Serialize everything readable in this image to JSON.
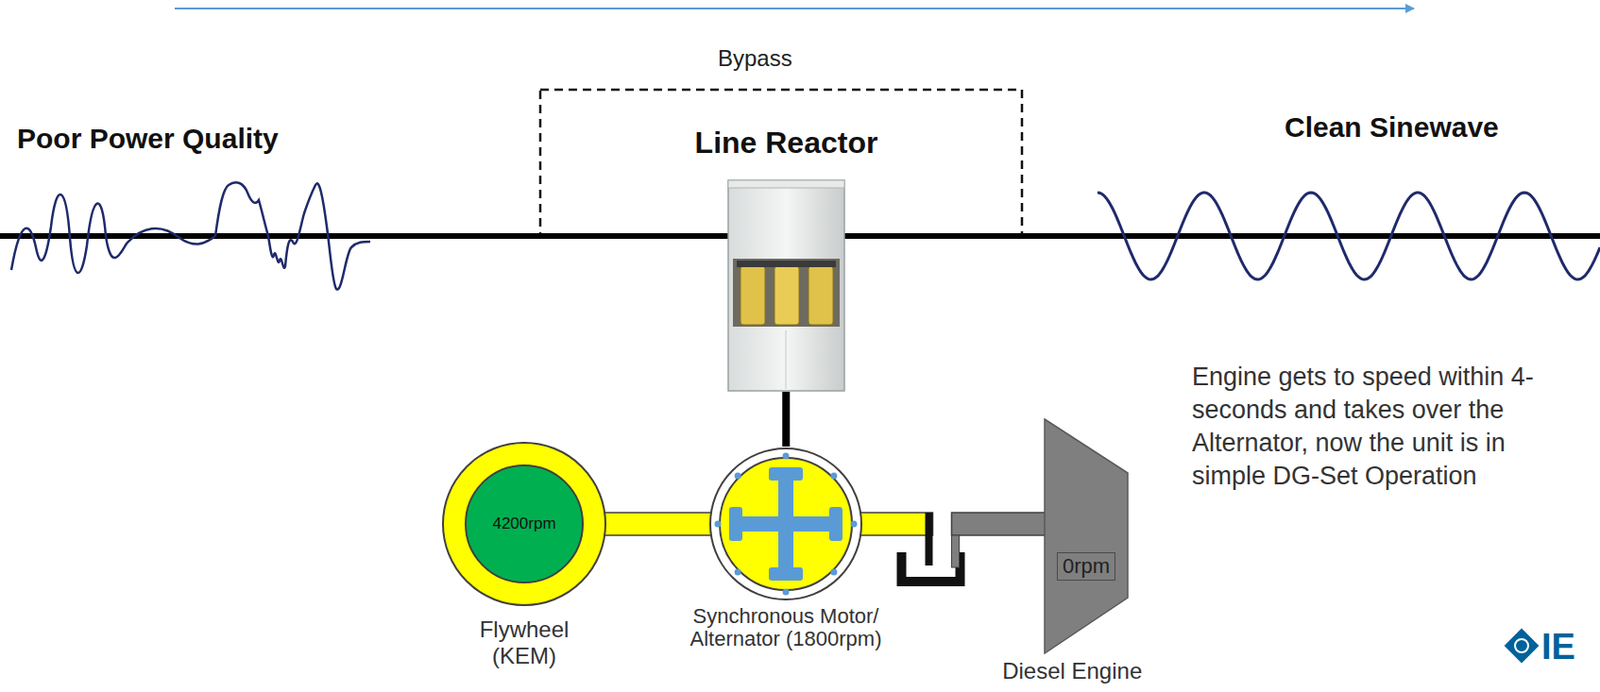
{
  "diagram": {
    "nodes": [
      {
        "text": [
          "Line Reactor"
        ]
      },
      {
        "text": [
          "4200rpm",
          "Flywheel (KEM)"
        ]
      },
      {
        "text": [
          "Synchronous Motor/ Alternator (1800rpm)"
        ]
      },
      {
        "text": [
          "0rpm",
          "Diesel Engine"
        ]
      }
    ],
    "edges": [
      {
        "from": 0,
        "to": 2,
        "arrow": "none"
      },
      {
        "from": 1,
        "to": 2,
        "arrow": "none"
      },
      {
        "from": 2,
        "to": 3,
        "arrow": "none"
      }
    ],
    "labels": [
      "Bypass",
      "Poor Power Quality",
      "Clean Sinewave",
      "Engine gets to speed within 4-seconds and takes over the Alternator, now the unit is in simple DG-Set Operation",
      "IE"
    ]
  }
}
